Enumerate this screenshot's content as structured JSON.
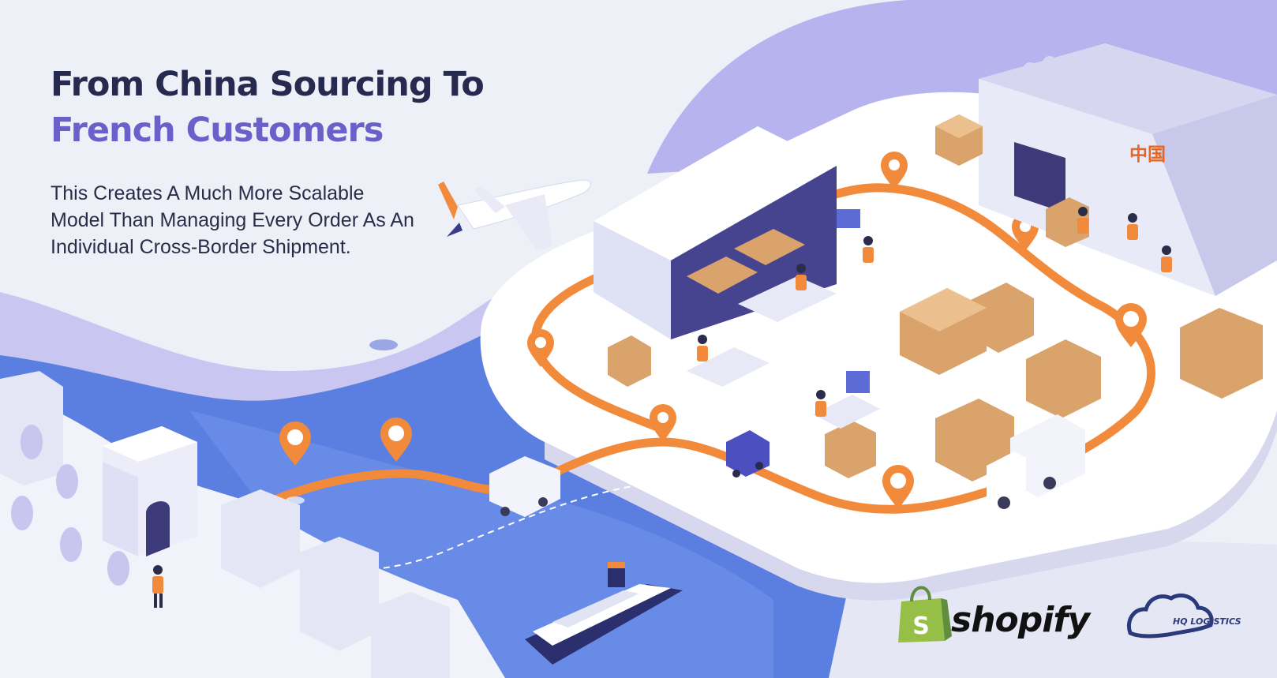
{
  "headline": {
    "line1": "From China Sourcing To",
    "line2": "French Customers"
  },
  "description": "This Creates A Much More Scalable Model Than Managing Every Order As An Individual Cross-Border Shipment.",
  "warehouse_sign": "中国",
  "logos": {
    "shopify": "shopify",
    "hq_logistics": "HQ LOGISTICS"
  },
  "icons": [
    "airplane-icon",
    "cargo-ship-icon",
    "delivery-truck-icon",
    "van-icon",
    "location-pin-icon",
    "shipping-container-icon",
    "warehouse-icon",
    "arc-de-triomphe-icon",
    "shopify-bag-icon",
    "cloud-logo-icon"
  ],
  "colors": {
    "heading_dark": "#262a4f",
    "heading_accent": "#6a60c9",
    "route_orange": "#f28a3c",
    "water_blue": "#5b7fe0",
    "shopify_green": "#95bf47",
    "hq_navy": "#2b3a7a"
  }
}
